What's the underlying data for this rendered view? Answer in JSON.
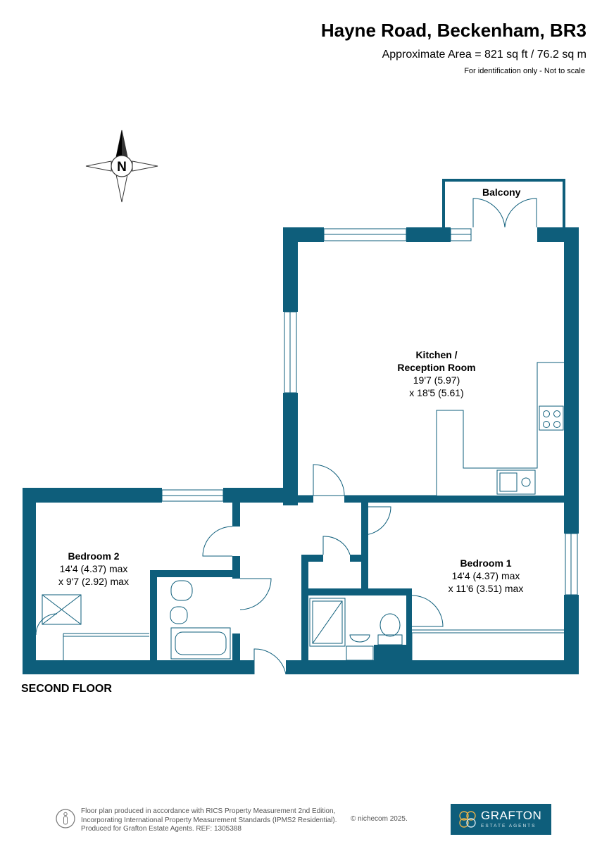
{
  "header": {
    "title": "Hayne Road, Beckenham, BR3",
    "area": "Approximate Area = 821 sq ft / 76.2 sq m",
    "note": "For identification only - Not to scale"
  },
  "compass": {
    "label": "N"
  },
  "floor": {
    "label": "SECOND FLOOR"
  },
  "rooms": {
    "balcony": {
      "name": "Balcony"
    },
    "kitchen": {
      "name_line1": "Kitchen /",
      "name_line2": "Reception Room",
      "dim1": "19'7 (5.97)",
      "dim2": "x 18'5 (5.61)"
    },
    "bedroom2": {
      "name": "Bedroom 2",
      "dim1": "14'4 (4.37) max",
      "dim2": "x 9'7 (2.92) max"
    },
    "bedroom1": {
      "name": "Bedroom 1",
      "dim1": "14'4 (4.37) max",
      "dim2": "x 11'6 (3.51) max"
    }
  },
  "footer": {
    "line1": "Floor plan produced in accordance with RICS Property Measurement 2nd Edition,",
    "line2": "Incorporating International Property Measurement Standards (IPMS2 Residential).",
    "line3": "Produced for Grafton Estate Agents.   REF:  1305388",
    "copyright": "© nichecom 2025."
  },
  "logo": {
    "name": "GRAFTON",
    "sub": "ESTATE AGENTS"
  },
  "colors": {
    "wall": "#0e5e7b",
    "logo_bg": "#0e5e7b"
  }
}
